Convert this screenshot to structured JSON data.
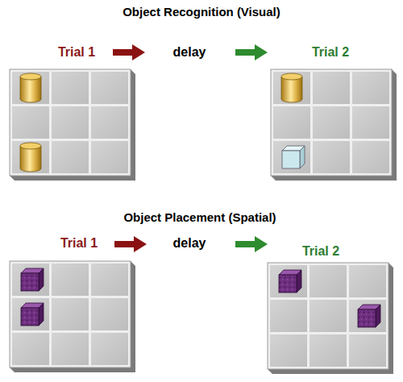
{
  "diagram": {
    "labels": [
      "Object Recognition (Visual)",
      "Trial 1",
      "delay",
      "Trial 2",
      "Object Placement (Spatial)",
      "Trial 1",
      "delay",
      "Trial 2"
    ]
  }
}
